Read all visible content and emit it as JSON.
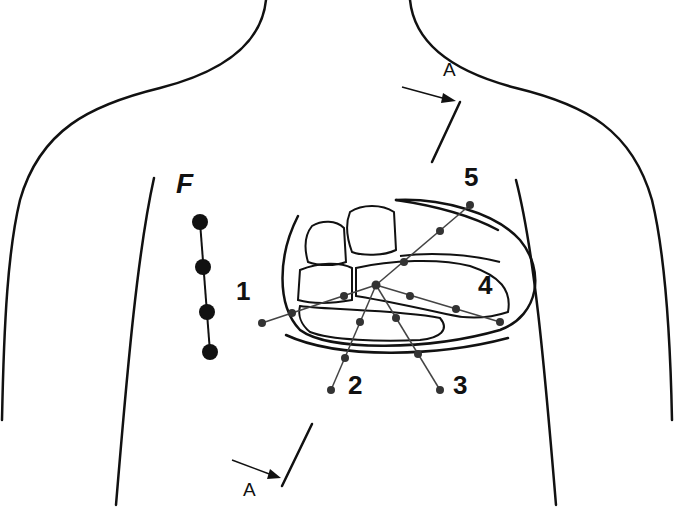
{
  "diagram": {
    "labels": [
      "F",
      "1",
      "2",
      "3",
      "4",
      "5",
      "A",
      "A"
    ]
  }
}
